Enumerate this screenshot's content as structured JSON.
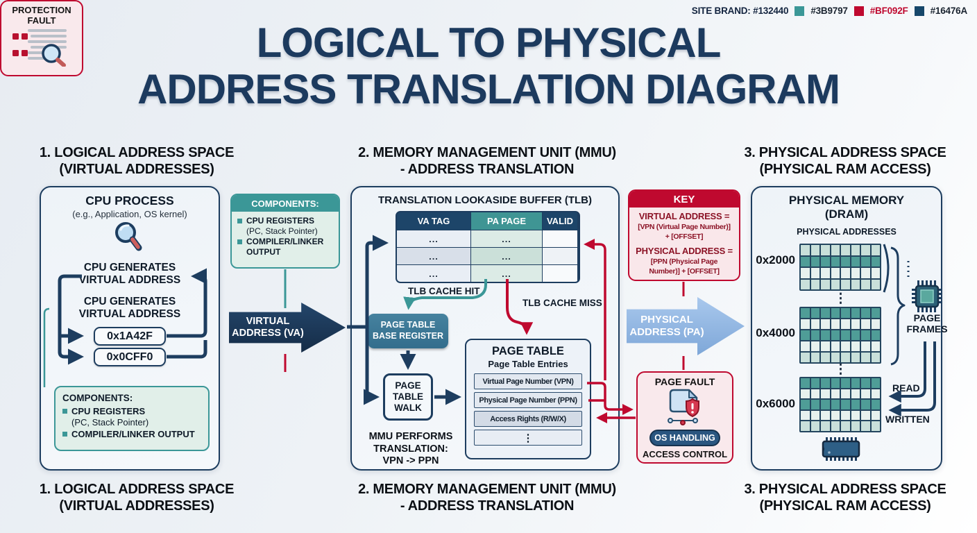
{
  "brand": {
    "label": "SITE BRAND: #132440",
    "swatches": [
      {
        "hex": "#3B9797",
        "text_color": "#1a2430"
      },
      {
        "hex": "#BF092F",
        "text_color": "#BF092F"
      },
      {
        "hex": "#16476A",
        "text_color": "#1a2430"
      }
    ]
  },
  "title": {
    "line1": "LOGICAL TO PHYSICAL",
    "line2": "ADDRESS TRANSLATION DIAGRAM"
  },
  "headings": {
    "s1_line1": "1. LOGICAL ADDRESS SPACE",
    "s1_line2": "(VIRTUAL ADDRESSES)",
    "s2_line1": "2. MEMORY MANAGEMENT UNIT (MMU)",
    "s2_line2": "- ADDRESS TRANSLATION",
    "s3_line1": "3. PHYSICAL ADDRESS SPACE",
    "s3_line2": "(PHYSICAL RAM ACCESS)"
  },
  "footers": {
    "s1_line1": "1. LOGICAL ADDRESS SPACE",
    "s1_line2": "(VIRTUAL ADDRESSES)",
    "s2_line1": "2. MEMORY MANAGEMENT UNIT (MMU)",
    "s2_line2": "- ADDRESS TRANSLATION",
    "s3_line1": "3. PHYSICAL ADDRESS SPACE",
    "s3_line2": "(PHYSICAL RAM ACCESS)"
  },
  "cpu_box": {
    "title": "CPU PROCESS",
    "subtitle": "(e.g., Application, OS kernel)",
    "generates_1": "CPU GENERATES VIRTUAL ADDRESS",
    "generates_2": "CPU GENERATES VIRTUAL ADDRESS",
    "address_1": "0x1A42F",
    "address_2": "0x0CFF0",
    "components_title": "COMPONENTS:",
    "component_1": "CPU REGISTERS",
    "component_1_sub": "(PC, Stack Pointer)",
    "component_2": "COMPILER/LINKER OUTPUT"
  },
  "components_box": {
    "title": "COMPONENTS:",
    "item_1": "CPU REGISTERS",
    "item_1_sub": "(PC, Stack Pointer)",
    "item_2": "COMPILER/LINKER OUTPUT"
  },
  "va_arrow_label": "VIRTUAL ADDRESS (VA)",
  "protection_fault_label": "PROTECTION FAULT",
  "mmu_box": {
    "tlb_title": "TRANSLATION LOOKASIDE BUFFER (TLB)",
    "tlb_headers": [
      "VA TAG",
      "PA PAGE",
      "VALID"
    ],
    "tlb_rows": [
      [
        "...",
        "...",
        ""
      ],
      [
        "...",
        "...",
        ""
      ],
      [
        "...",
        "...",
        ""
      ]
    ],
    "hit_label": "TLB CACHE HIT",
    "miss_label": "TLB CACHE MISS",
    "ptbr_label": "PAGE TABLE BASE REGISTER",
    "walk_label": "PAGE TABLE WALK",
    "note_line1": "MMU PERFORMS TRANSLATION:",
    "note_line2": "VPN -> PPN",
    "page_table": {
      "title": "PAGE TABLE",
      "subtitle": "Page Table Entries",
      "entries": [
        "Virtual Page Number (VPN)",
        "Physical Page Number (PPN)",
        "Access Rights (R/W/X)",
        "⋮"
      ]
    }
  },
  "key_box": {
    "title": "KEY",
    "lines": [
      "VIRTUAL ADDRESS =",
      "[VPN (Virtual Page Number)]",
      "+ [OFFSET]",
      "PHYSICAL ADDRESS =",
      "[PPN (Physical Page",
      "Number)] + [OFFSET]"
    ]
  },
  "pa_arrow_label": "PHYSICAL ADDRESS (PA)",
  "page_fault_box": {
    "title": "PAGE FAULT",
    "os_label": "OS HANDLING",
    "access_label": "ACCESS CONTROL"
  },
  "memory_box": {
    "title_line1": "PHYSICAL MEMORY",
    "title_line2": "(DRAM)",
    "subtitle": "PHYSICAL ADDRESSES",
    "grids": [
      {
        "label": "0x2000",
        "rows": 4,
        "cols": 8
      },
      {
        "label": "0x4000",
        "rows": 5,
        "cols": 8
      },
      {
        "label": "0x6000",
        "rows": 5,
        "cols": 8
      }
    ],
    "page_frames_label": "PAGE FRAMES",
    "read_label": "READ",
    "written_label": "WRITTEN",
    "ellipsis": "⋮"
  },
  "colors": {
    "navy": "#132440",
    "teal": "#3B9797",
    "red": "#BF092F",
    "blue": "#16476A"
  }
}
